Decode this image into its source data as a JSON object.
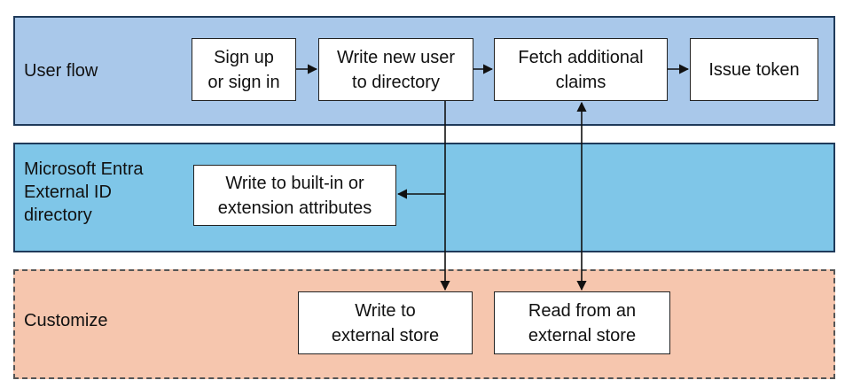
{
  "lanes": {
    "user_flow": "User flow",
    "entra": "Microsoft Entra\nExternal ID\ndirectory",
    "customize": "Customize"
  },
  "steps": {
    "signup": "Sign up\nor sign in",
    "write_user": "Write new user\nto directory",
    "fetch": "Fetch additional\nclaims",
    "issue": "Issue token",
    "write_attr": "Write to built-in or\nextension attributes",
    "write_ext": "Write to\nexternal store",
    "read_ext": "Read from an\nexternal store"
  },
  "colors": {
    "user_flow_lane": "#a9c8ea",
    "entra_lane": "#7fc6e8",
    "customize_lane": "#f6c6ae",
    "box": "#ffffff",
    "stroke": "#111111"
  }
}
